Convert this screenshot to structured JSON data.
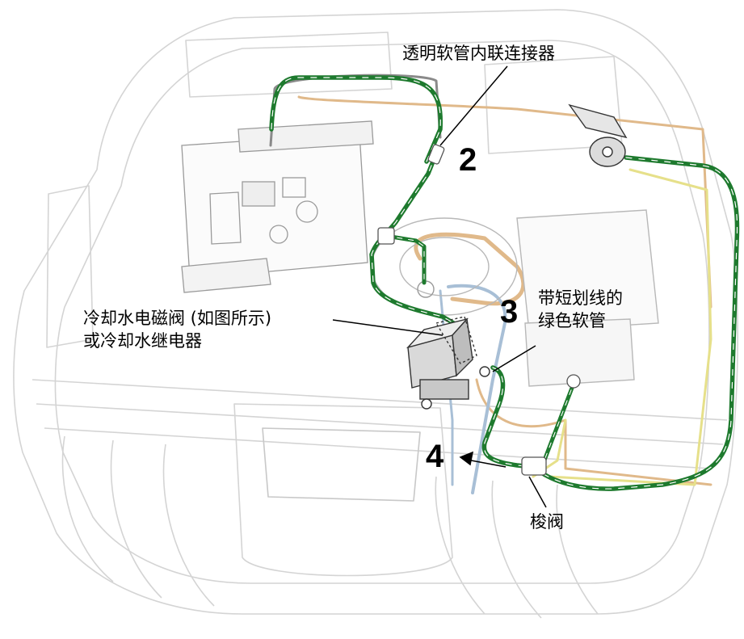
{
  "callouts": {
    "connector_label": "透明软管内联连接器",
    "valve_line1": "冷却水电磁阀 (如图所示)",
    "valve_line2": "或冷却水继电器",
    "hose_line1": "带短划线的",
    "hose_line2": "绿色软管",
    "shuttle_label": "梭阀"
  },
  "steps": {
    "step2": "2",
    "step3": "3",
    "step4": "4"
  },
  "colors": {
    "hose_green": "#1e7a2e",
    "hose_dash": "#ffffff",
    "clear_tube": "#8a8a8a",
    "orange_tube": "#e0b98a",
    "yellow_tube": "#e6e08a",
    "blue_tube": "#a8bfd6",
    "housing_line": "#d2d2d2",
    "pcb_line": "#9a9a9a"
  }
}
